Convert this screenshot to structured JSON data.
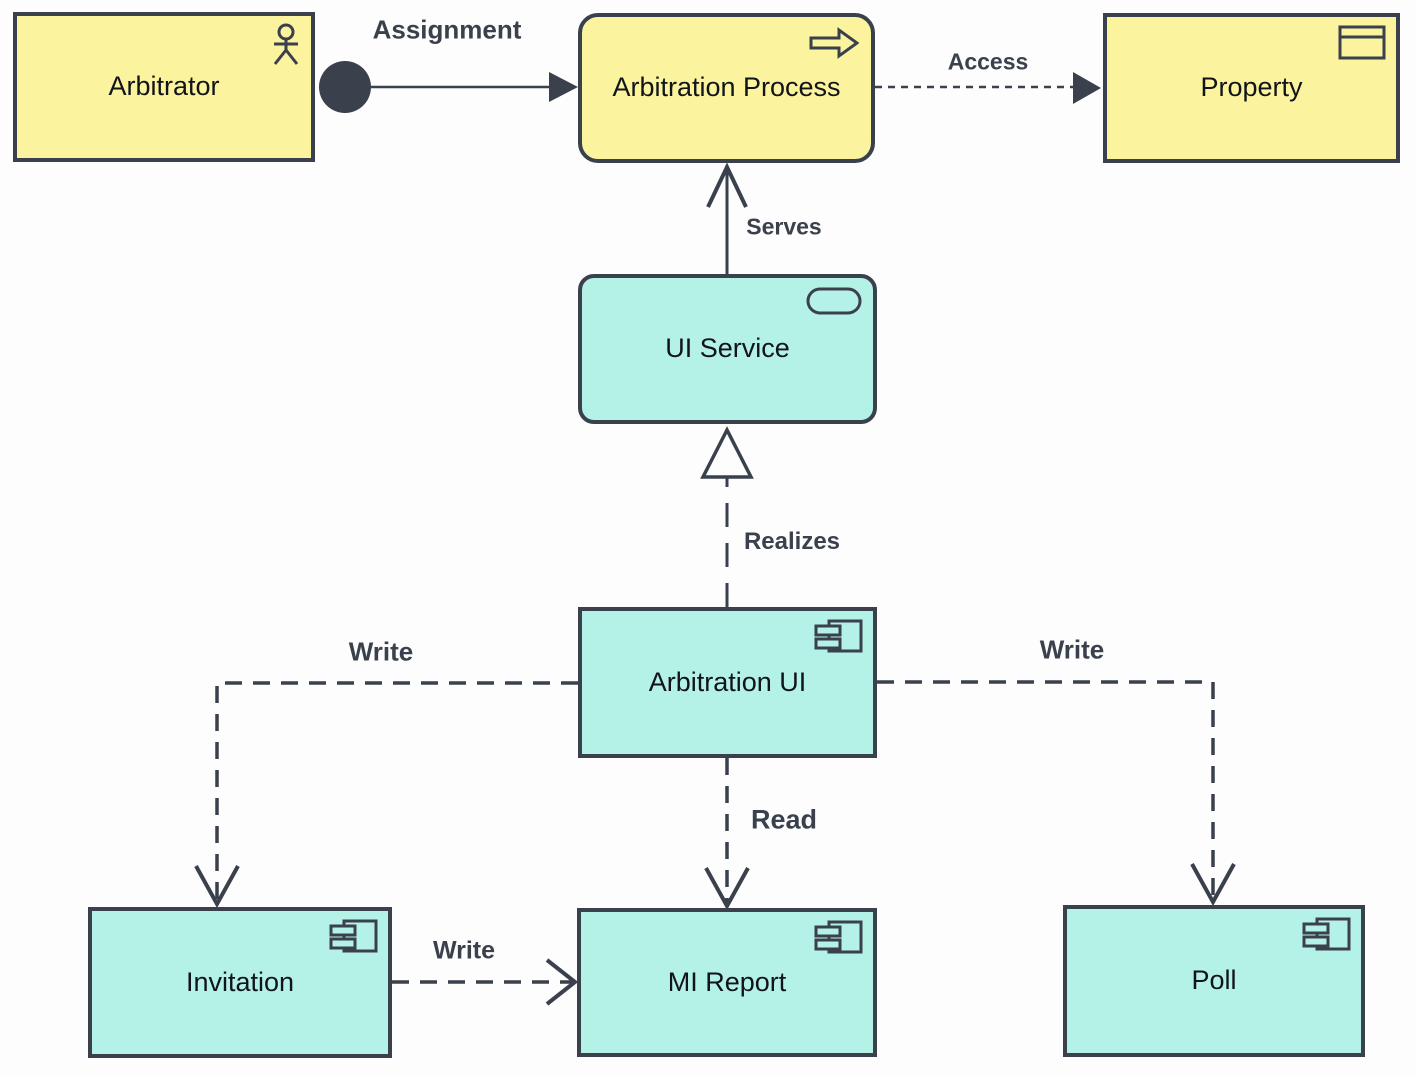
{
  "diagram": {
    "background": "#fdfdfd",
    "colors": {
      "business_fill": "#fbf39e",
      "application_fill": "#b4f1e7",
      "stroke": "#3a414d",
      "edge_label": "#3a414d",
      "node_text": "#111418"
    },
    "nodes": [
      {
        "id": "arbitrator",
        "label": "Arbitrator",
        "type": "business-actor",
        "icon": "actor-icon"
      },
      {
        "id": "arbitration-process",
        "label": "Arbitration Process",
        "type": "business-process",
        "icon": "process-arrow-icon"
      },
      {
        "id": "property",
        "label": "Property",
        "type": "business-object",
        "icon": "object-icon"
      },
      {
        "id": "ui-service",
        "label": "UI Service",
        "type": "application-service",
        "icon": "service-pill-icon"
      },
      {
        "id": "arbitration-ui",
        "label": "Arbitration UI",
        "type": "application-component",
        "icon": "component-icon"
      },
      {
        "id": "invitation",
        "label": "Invitation",
        "type": "application-component",
        "icon": "component-icon"
      },
      {
        "id": "mi-report",
        "label": "MI Report",
        "type": "application-component",
        "icon": "component-icon"
      },
      {
        "id": "poll",
        "label": "Poll",
        "type": "application-component",
        "icon": "component-icon"
      }
    ],
    "edges": [
      {
        "label": "Assignment",
        "from": "arbitrator",
        "to": "arbitration-process",
        "style": "assignment-ball-solid-arrow"
      },
      {
        "label": "Access",
        "from": "arbitration-process",
        "to": "property",
        "style": "dotted-filled-arrow"
      },
      {
        "label": "Serves",
        "from": "ui-service",
        "to": "arbitration-process",
        "style": "solid-open-arrow"
      },
      {
        "label": "Realizes",
        "from": "arbitration-ui",
        "to": "ui-service",
        "style": "dashed-hollow-triangle"
      },
      {
        "label": "Write",
        "from": "arbitration-ui",
        "to": "invitation",
        "style": "dashed-open-arrow"
      },
      {
        "label": "Read",
        "from": "arbitration-ui",
        "to": "mi-report",
        "style": "dashed-open-arrow"
      },
      {
        "label": "Write",
        "from": "arbitration-ui",
        "to": "poll",
        "style": "dashed-open-arrow"
      },
      {
        "label": "Write",
        "from": "invitation",
        "to": "mi-report",
        "style": "dashed-open-arrow"
      }
    ]
  }
}
